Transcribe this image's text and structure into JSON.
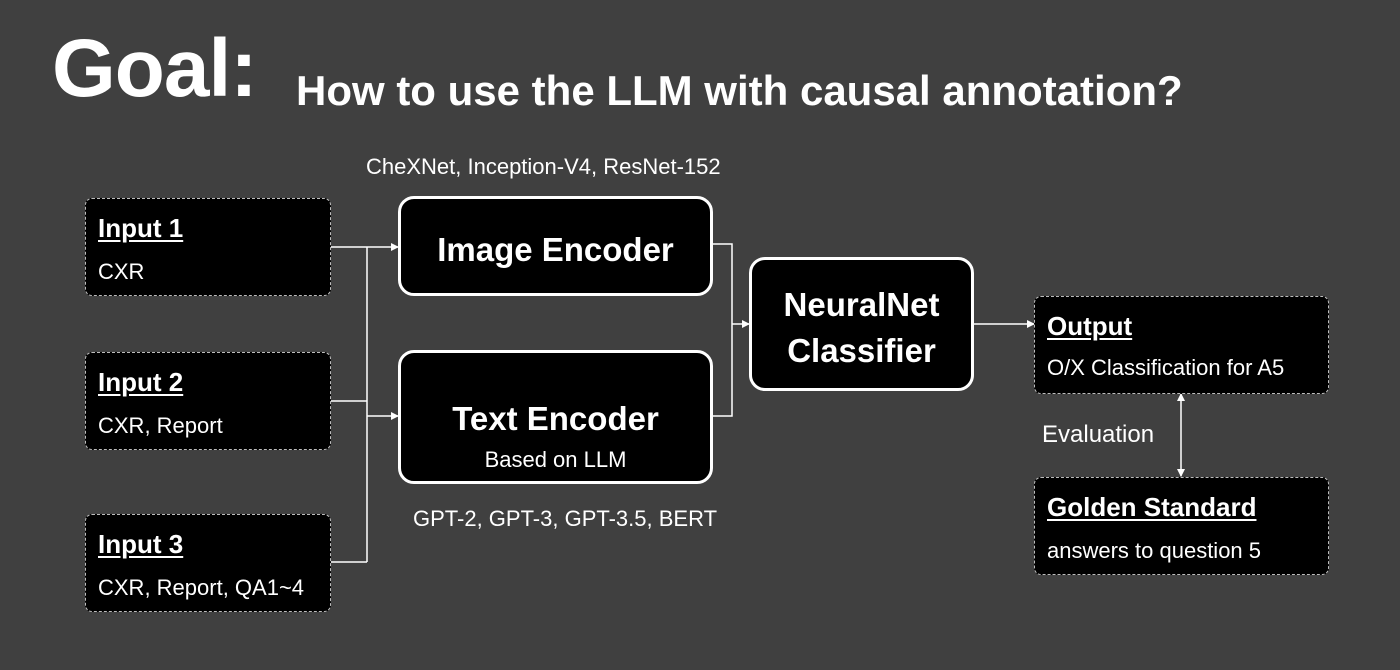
{
  "title": {
    "goal": "Goal:",
    "subtitle": "How to use the LLM with causal annotation?"
  },
  "inputs": [
    {
      "heading": "Input 1",
      "detail": "CXR"
    },
    {
      "heading": "Input 2",
      "detail": "CXR, Report"
    },
    {
      "heading": "Input 3",
      "detail": "CXR, Report, QA1~4"
    }
  ],
  "image_encoder": {
    "label": "Image Encoder",
    "models": "CheXNet, Inception-V4, ResNet-152"
  },
  "text_encoder": {
    "label": "Text Encoder",
    "sublabel": "Based on LLM",
    "models": "GPT-2, GPT-3, GPT-3.5, BERT"
  },
  "classifier": {
    "line1": "NeuralNet",
    "line2": "Classifier"
  },
  "output": {
    "heading": "Output",
    "detail": "O/X Classification for A5"
  },
  "evaluation": {
    "label": "Evaluation"
  },
  "golden_standard": {
    "heading": "Golden Standard",
    "detail": "answers to question 5"
  },
  "colors": {
    "background": "#404040",
    "box_fill": "#000000",
    "line": "#ffffff",
    "dashed_border": "#bdbdbd"
  }
}
